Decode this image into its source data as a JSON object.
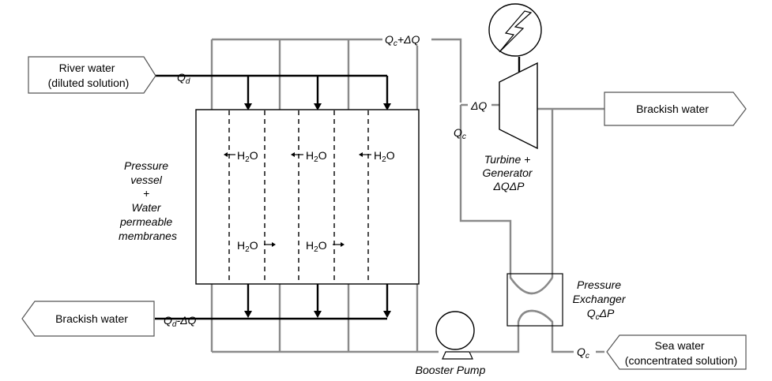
{
  "inputs": {
    "river_water_line1": "River water",
    "river_water_line2": "(diluted solution)",
    "sea_water_line1": "Sea water",
    "sea_water_line2": "(concentrated solution)"
  },
  "outputs": {
    "brackish_left": "Brackish water",
    "brackish_right": "Brackish water"
  },
  "vessel": {
    "label_lines": [
      "Pressure",
      "vessel",
      "+",
      "Water",
      "permeable",
      "membranes"
    ],
    "water": "H",
    "water_sub": "2",
    "water_tail": "O"
  },
  "flows": {
    "qd_main": "Q",
    "qd_sub": "d",
    "qd_minus_main": "Q",
    "qd_minus_sub": "d",
    "qd_minus_tail": "-ΔQ",
    "qc_plus_main": "Q",
    "qc_plus_sub": "c",
    "qc_plus_tail": "+ΔQ",
    "delta_q": "ΔQ",
    "qc_turbine_main": "Q",
    "qc_turbine_sub": "c",
    "qc_sea_main": "Q",
    "qc_sea_sub": "c"
  },
  "turbine": {
    "label_lines": [
      "Turbine +",
      "Generator",
      "ΔQΔP"
    ]
  },
  "exchanger": {
    "line1": "Pressure",
    "line2": "Exchanger",
    "line3_main": "Q",
    "line3_sub": "c",
    "line3_tail": "ΔP"
  },
  "pump": {
    "label": "Booster Pump"
  }
}
